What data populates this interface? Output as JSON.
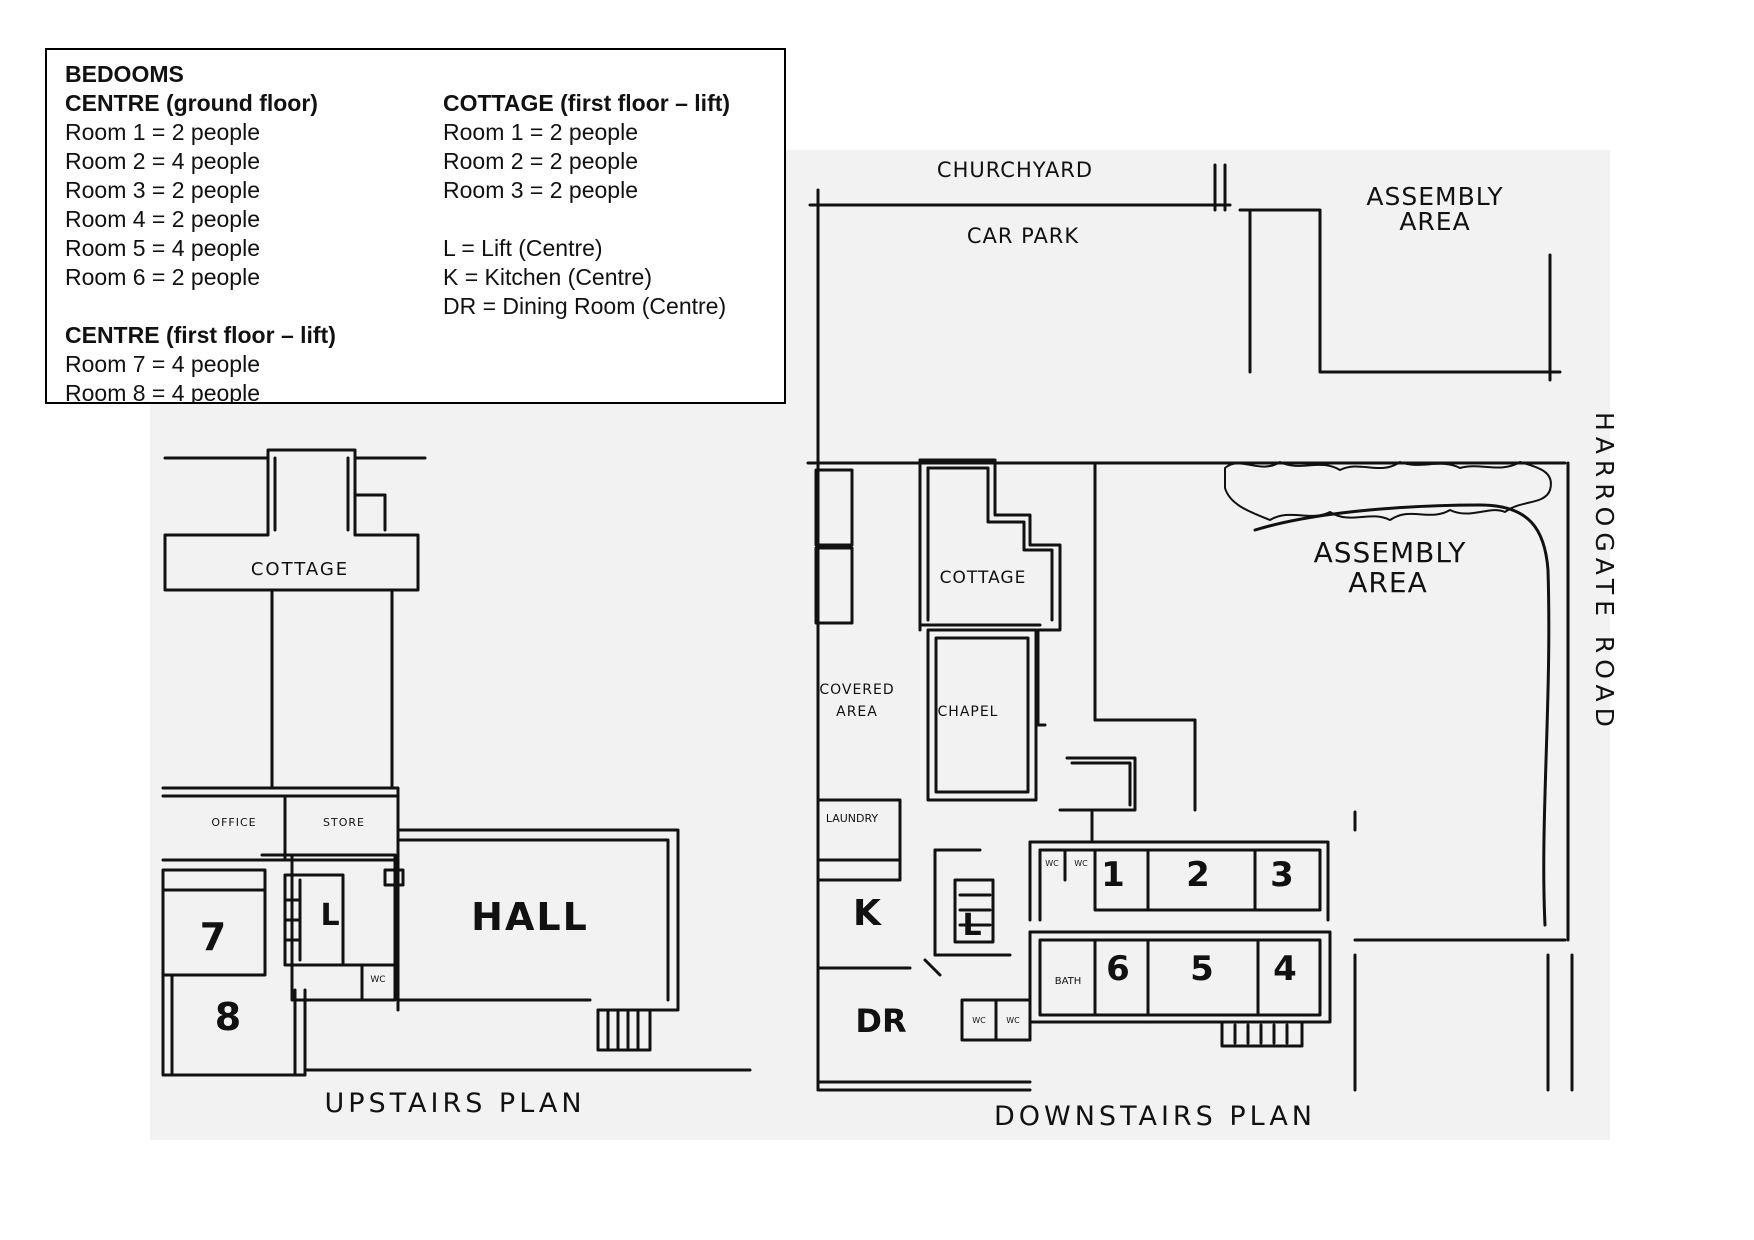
{
  "legend": {
    "title": "BEDOOMS",
    "centre_ground": {
      "heading": "CENTRE (ground floor)",
      "rooms": [
        "Room 1 = 2 people",
        "Room 2 = 4 people",
        "Room 3 = 2 people",
        "Room 4 = 2 people",
        "Room 5 = 4 people",
        "Room 6 = 2 people"
      ]
    },
    "centre_first": {
      "heading": "CENTRE (first floor – lift)",
      "rooms": [
        "Room 7 = 4 people",
        "Room 8 = 4 people"
      ]
    },
    "cottage": {
      "heading": "COTTAGE (first floor – lift)",
      "rooms": [
        "Room 1 = 2 people",
        "Room 2 = 2 people",
        "Room 3 = 2 people"
      ]
    },
    "key": [
      "L = Lift (Centre)",
      "K = Kitchen (Centre)",
      "DR = Dining Room (Centre)"
    ]
  },
  "upstairs": {
    "caption": "UPSTAIRS PLAN",
    "cottage": "COTTAGE",
    "office": "OFFICE",
    "store": "STORE",
    "hall": "HALL",
    "lift": "L",
    "wc": "WC",
    "room7": "7",
    "room8": "8"
  },
  "downstairs": {
    "caption": "DOWNSTAIRS PLAN",
    "churchyard": "CHURCHYARD",
    "car_park": "CAR PARK",
    "assembly_top": [
      "ASSEMBLY",
      "AREA"
    ],
    "assembly_mid": [
      "ASSEMBLY",
      "AREA"
    ],
    "road": "HARROGATE ROAD",
    "cottage": "COTTAGE",
    "covered_area": [
      "COVERED",
      "AREA"
    ],
    "chapel": "CHAPEL",
    "laundry": "LAUNDRY",
    "kitchen": "K",
    "lift": "L",
    "dining": "DR",
    "bath": "BATH",
    "wc": "WC",
    "rooms": [
      "1",
      "2",
      "3",
      "6",
      "5",
      "4"
    ]
  }
}
